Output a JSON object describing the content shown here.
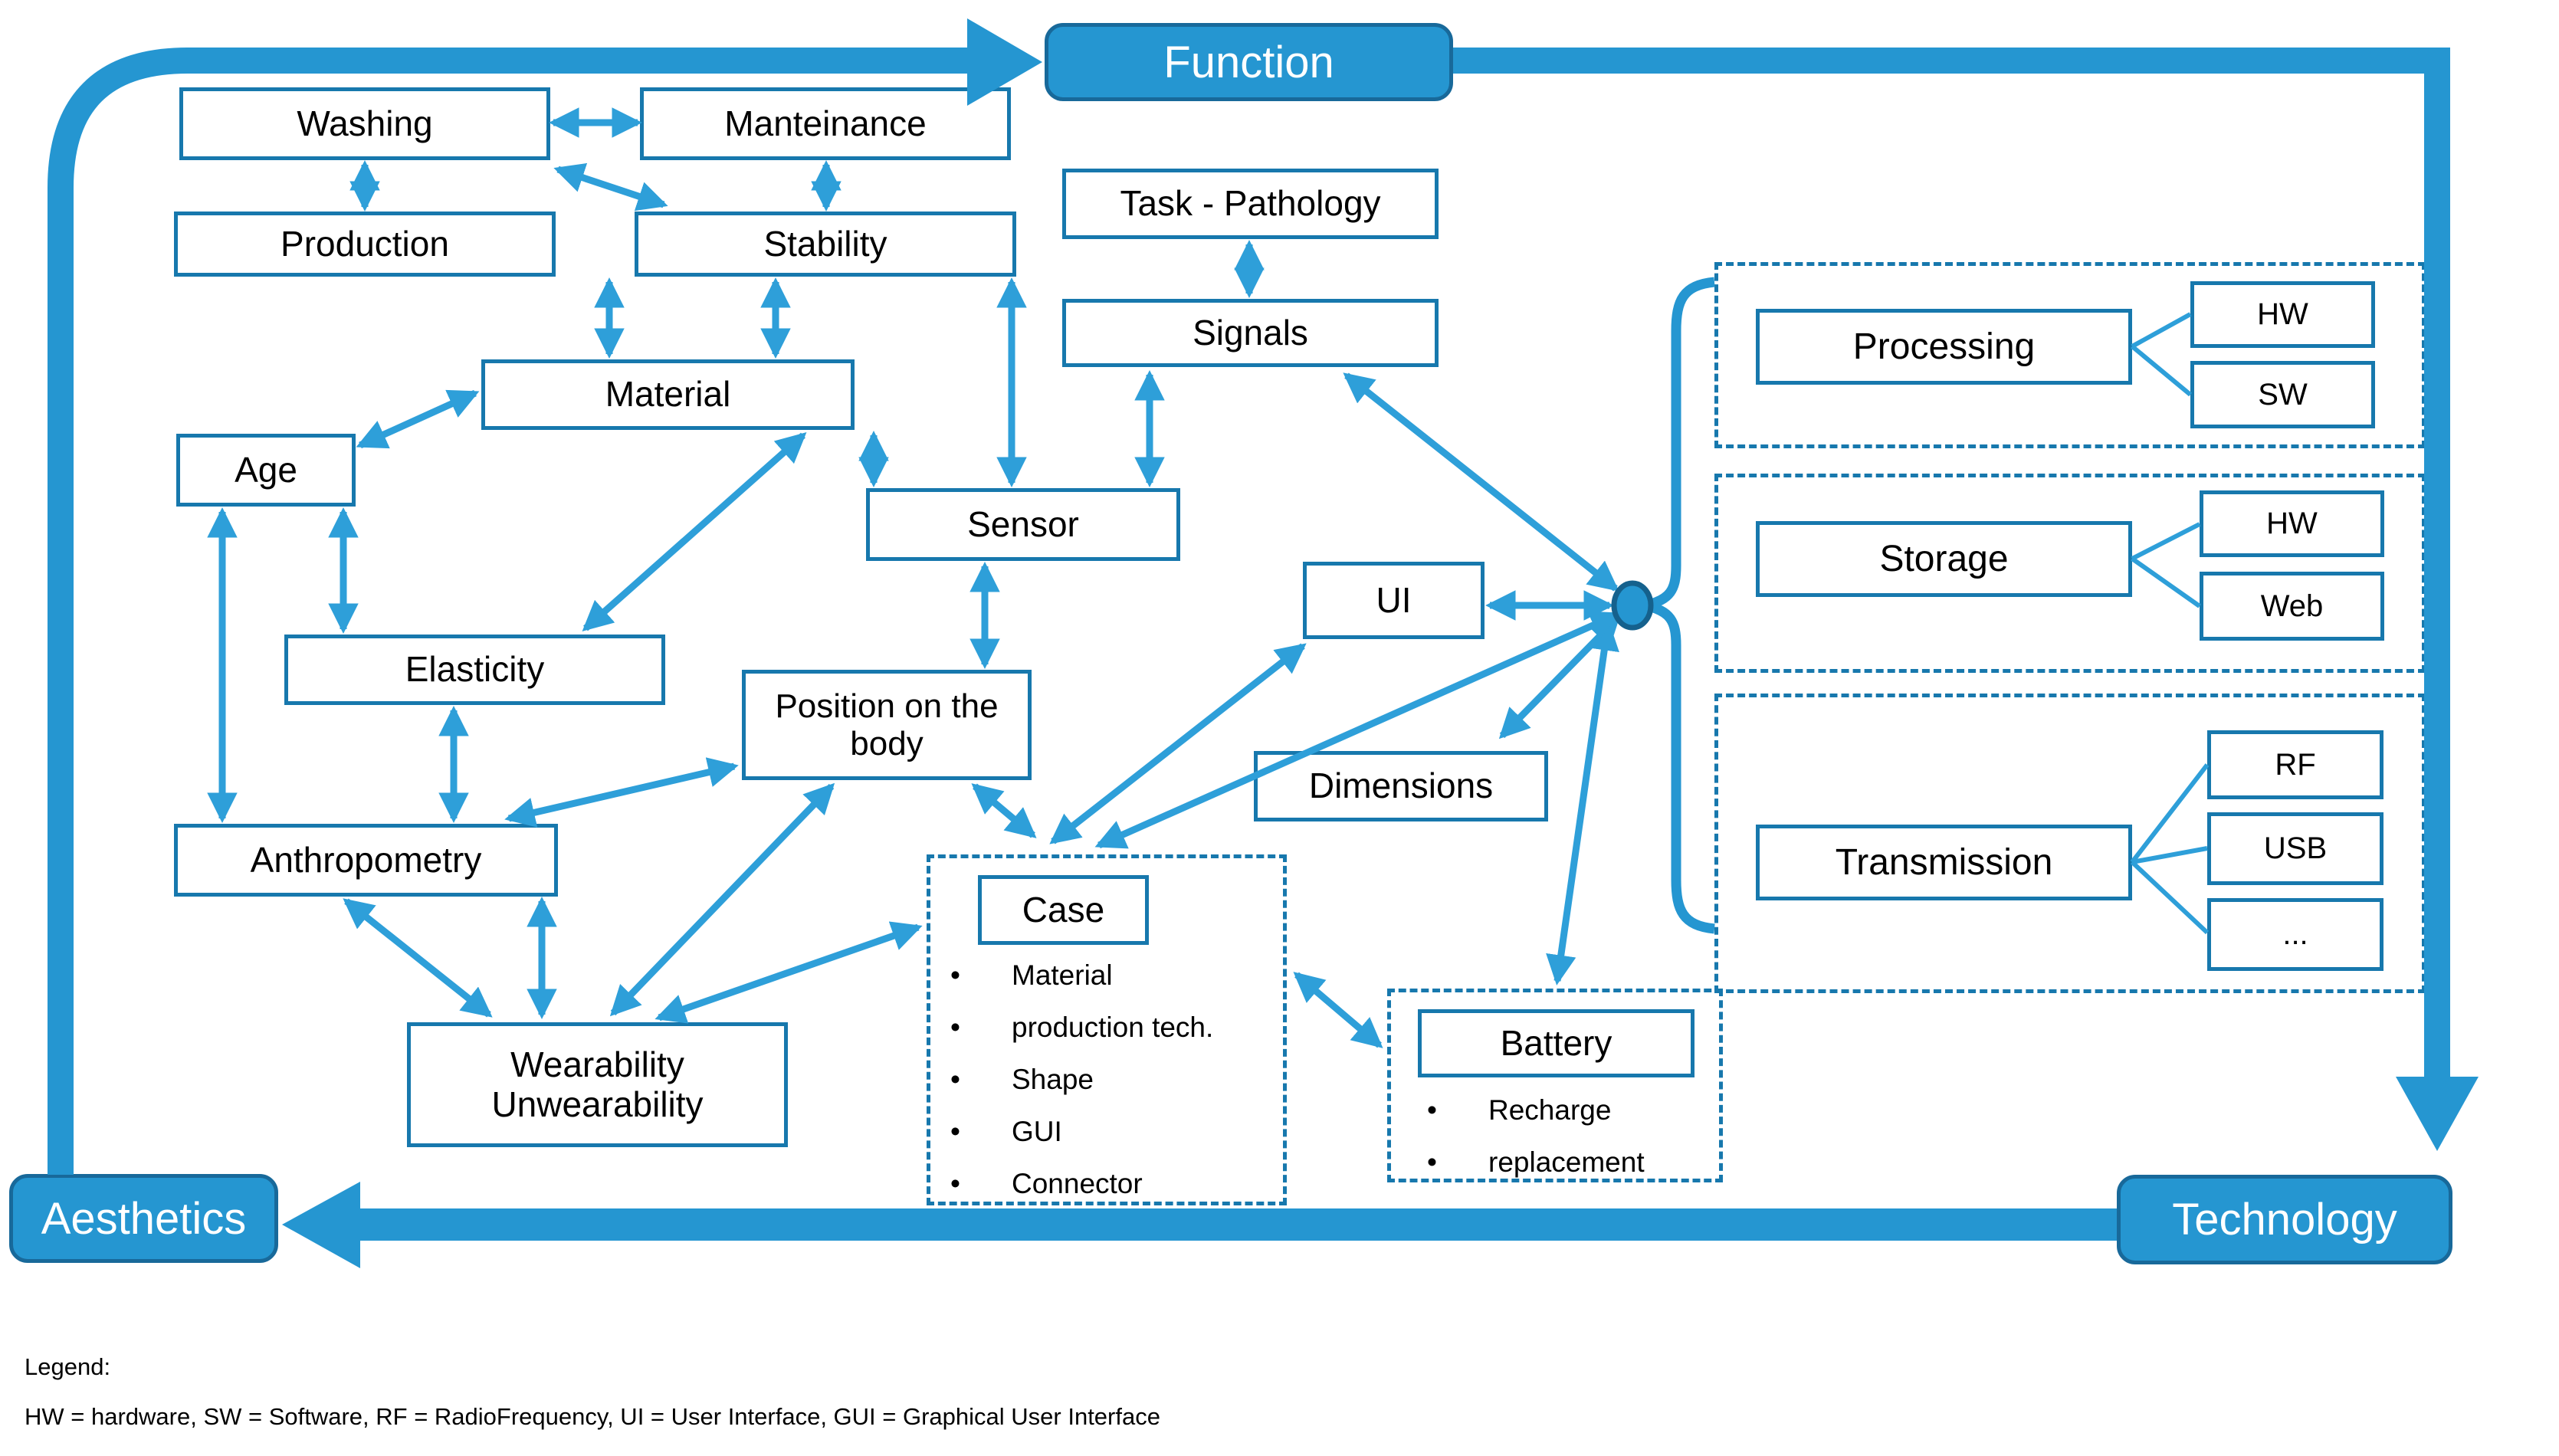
{
  "banners": {
    "function": "Function",
    "technology": "Technology",
    "aesthetics": "Aesthetics"
  },
  "nodes": {
    "washing": {
      "label": "Washing"
    },
    "manteinance": {
      "label": "Manteinance"
    },
    "production": {
      "label": "Production"
    },
    "stability": {
      "label": "Stability"
    },
    "material": {
      "label": "Material"
    },
    "age": {
      "label": "Age"
    },
    "task_pathology": {
      "label": "Task - Pathology"
    },
    "signals": {
      "label": "Signals"
    },
    "sensor": {
      "label": "Sensor"
    },
    "elasticity": {
      "label": "Elasticity"
    },
    "position_on_body": {
      "label": "Position on the body"
    },
    "ui": {
      "label": "UI"
    },
    "anthropometry": {
      "label": "Anthropometry"
    },
    "dimensions": {
      "label": "Dimensions"
    },
    "wearability": {
      "label": "Wearability\nUnwearability"
    }
  },
  "case_group": {
    "title": "Case",
    "bullets": [
      "Material",
      "production tech.",
      "Shape",
      "GUI",
      "Connector"
    ]
  },
  "battery_group": {
    "title": "Battery",
    "bullets": [
      "Recharge",
      "replacement"
    ]
  },
  "tech_groups": {
    "processing": {
      "title": "Processing",
      "children": [
        "HW",
        "SW"
      ]
    },
    "storage": {
      "title": "Storage",
      "children": [
        "HW",
        "Web"
      ]
    },
    "transmission": {
      "title": "Transmission",
      "children": [
        "RF",
        "USB",
        "..."
      ]
    }
  },
  "legend": {
    "title": "Legend:",
    "line": "HW = hardware, SW = Software, RF = RadioFrequency,  UI = User Interface, GUI = Graphical User Interface"
  },
  "colors": {
    "accent": "#2596d1",
    "arrow": "#2e9fd9",
    "box_border": "#1778ad"
  }
}
